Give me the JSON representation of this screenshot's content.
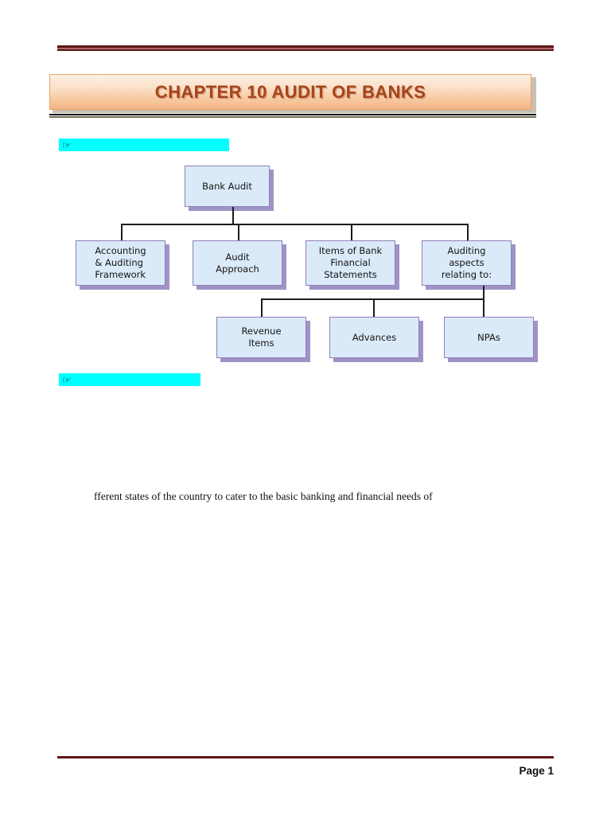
{
  "document": {
    "title": "CHAPTER 10 AUDIT OF BANKS",
    "page_label": "Page 1",
    "body_paragraph": "fferent states of the country to cater to the basic banking and financial needs of",
    "colors": {
      "title_text": "#a8431a",
      "banner_gradient_top": "#fdf0e4",
      "banner_gradient_bottom": "#f3b483",
      "header_rule": "#5e1418",
      "highlight": "#00ffff",
      "node_fill": "#daeaf8",
      "node_border": "#8d80bb",
      "node_shadow": "#9f93c6",
      "connector": "#1c1c1c"
    }
  },
  "highlights": [
    {
      "icon": "pointing-hand-icon",
      "glyph": "☞",
      "text": ""
    },
    {
      "icon": "pointing-hand-icon",
      "glyph": "☞",
      "text": ""
    }
  ],
  "chart_data": {
    "type": "diagram",
    "title": "Bank Audit",
    "root": {
      "id": "bank-audit",
      "label": "Bank Audit"
    },
    "level_1": [
      {
        "id": "accounting-auditing-framework",
        "label": "Accounting\n& Auditing\nFramework"
      },
      {
        "id": "audit-approach",
        "label": "Audit\nApproach"
      },
      {
        "id": "items-of-bank-financial-statements",
        "label": "Items of Bank\nFinancial\nStatements"
      },
      {
        "id": "auditing-aspects-relating-to",
        "label": "Auditing\naspects\nrelating to:"
      }
    ],
    "level_2": [
      {
        "id": "revenue-items",
        "label": "Revenue\nItems",
        "parent": "auditing-aspects-relating-to"
      },
      {
        "id": "advances",
        "label": "Advances",
        "parent": "auditing-aspects-relating-to"
      },
      {
        "id": "npas",
        "label": "NPAs",
        "parent": "auditing-aspects-relating-to"
      }
    ]
  }
}
